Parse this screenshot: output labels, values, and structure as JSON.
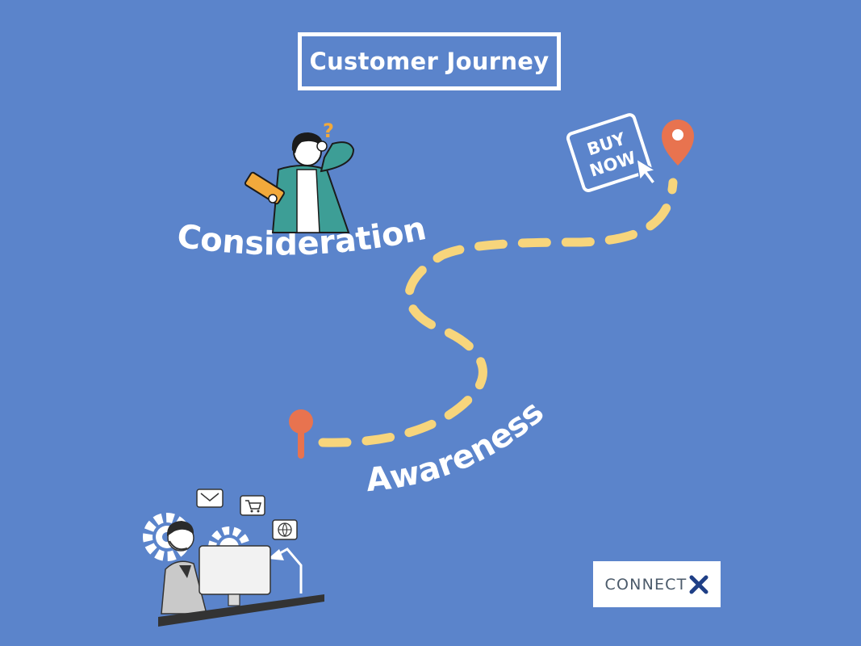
{
  "title": "Customer Journey",
  "stages": {
    "consideration": "Consideration",
    "awareness": "Awareness"
  },
  "buy_button": {
    "line1": "BUY",
    "line2": "NOW"
  },
  "logo": {
    "text": "CONNECT"
  },
  "colors": {
    "background": "#5b84cb",
    "path": "#f7d57c",
    "pin": "#e8734f",
    "text": "#ffffff",
    "logo_x": "#1f3f86"
  }
}
